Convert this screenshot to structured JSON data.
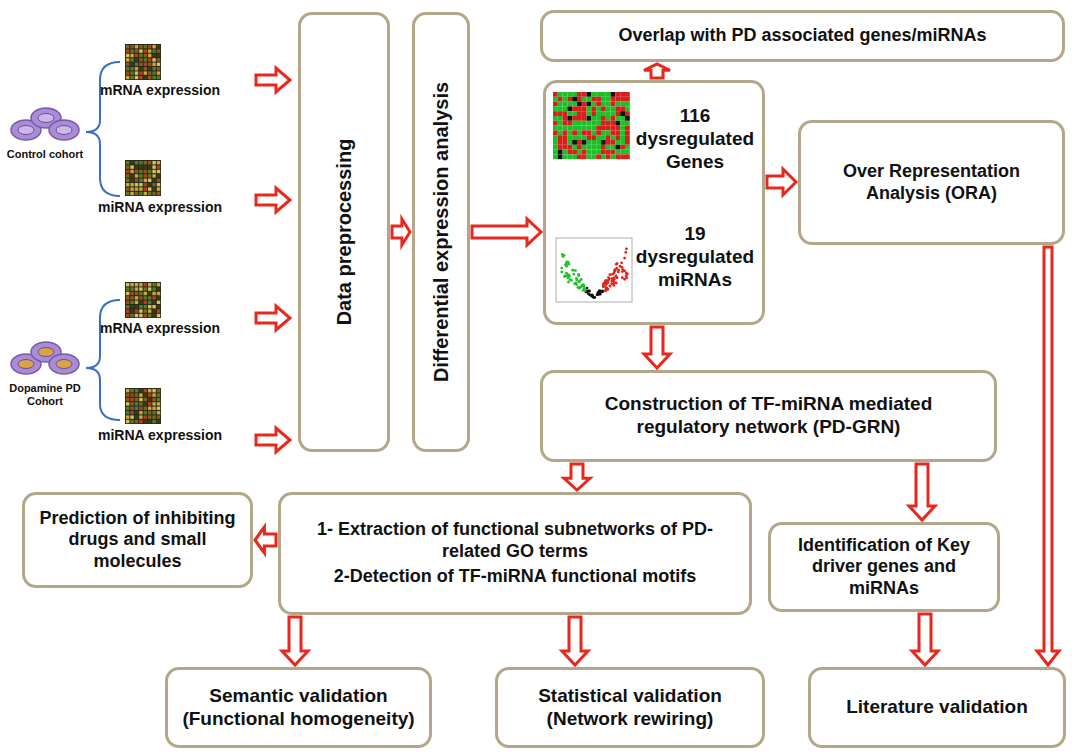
{
  "diagram": {
    "nodes": [
      {
        "text": [
          "Data preprocessing"
        ]
      },
      {
        "text": [
          "Differential expression analysis"
        ]
      },
      {
        "text": [
          "Overlap with PD associated genes/miRNAs"
        ]
      },
      {
        "text": [
          "116 dysregulated Genes",
          "19 dysregulated miRNAs"
        ]
      },
      {
        "text": [
          "Over Representation Analysis (ORA)"
        ]
      },
      {
        "text": [
          "Construction of TF-miRNA mediated regulatory network (PD-GRN)"
        ]
      },
      {
        "text": [
          "Prediction of inhibiting drugs and small molecules"
        ]
      },
      {
        "text": [
          "1- Extraction of functional subnetworks of PD-related GO terms",
          "2-Detection of TF-miRNA functional motifs"
        ]
      },
      {
        "text": [
          "Identification of Key driver genes and miRNAs"
        ]
      },
      {
        "text": [
          "Semantic validation (Functional homogeneity)"
        ]
      },
      {
        "text": [
          "Statistical validation (Network rewiring)"
        ]
      },
      {
        "text": [
          "Literature validation"
        ]
      }
    ],
    "edges": [
      {
        "from": 0,
        "to": 1,
        "arrow": "to"
      },
      {
        "from": 1,
        "to": 3,
        "arrow": "to"
      },
      {
        "from": 3,
        "to": 2,
        "arrow": "to"
      },
      {
        "from": 3,
        "to": 4,
        "arrow": "to"
      },
      {
        "from": 3,
        "to": 5,
        "arrow": "to"
      },
      {
        "from": 5,
        "to": 7,
        "arrow": "to"
      },
      {
        "from": 5,
        "to": 8,
        "arrow": "to"
      },
      {
        "from": 7,
        "to": 6,
        "arrow": "to"
      },
      {
        "from": 7,
        "to": 9,
        "arrow": "to"
      },
      {
        "from": 7,
        "to": 10,
        "arrow": "to"
      },
      {
        "from": 8,
        "to": 11,
        "arrow": "to"
      },
      {
        "from": 4,
        "to": 11,
        "arrow": "to"
      }
    ],
    "labels": [
      "mRNA expression",
      "Control cohort",
      "miRNA expression",
      "mRNA expression",
      "Dopamine PD Cohort",
      "miRNA expression"
    ]
  }
}
